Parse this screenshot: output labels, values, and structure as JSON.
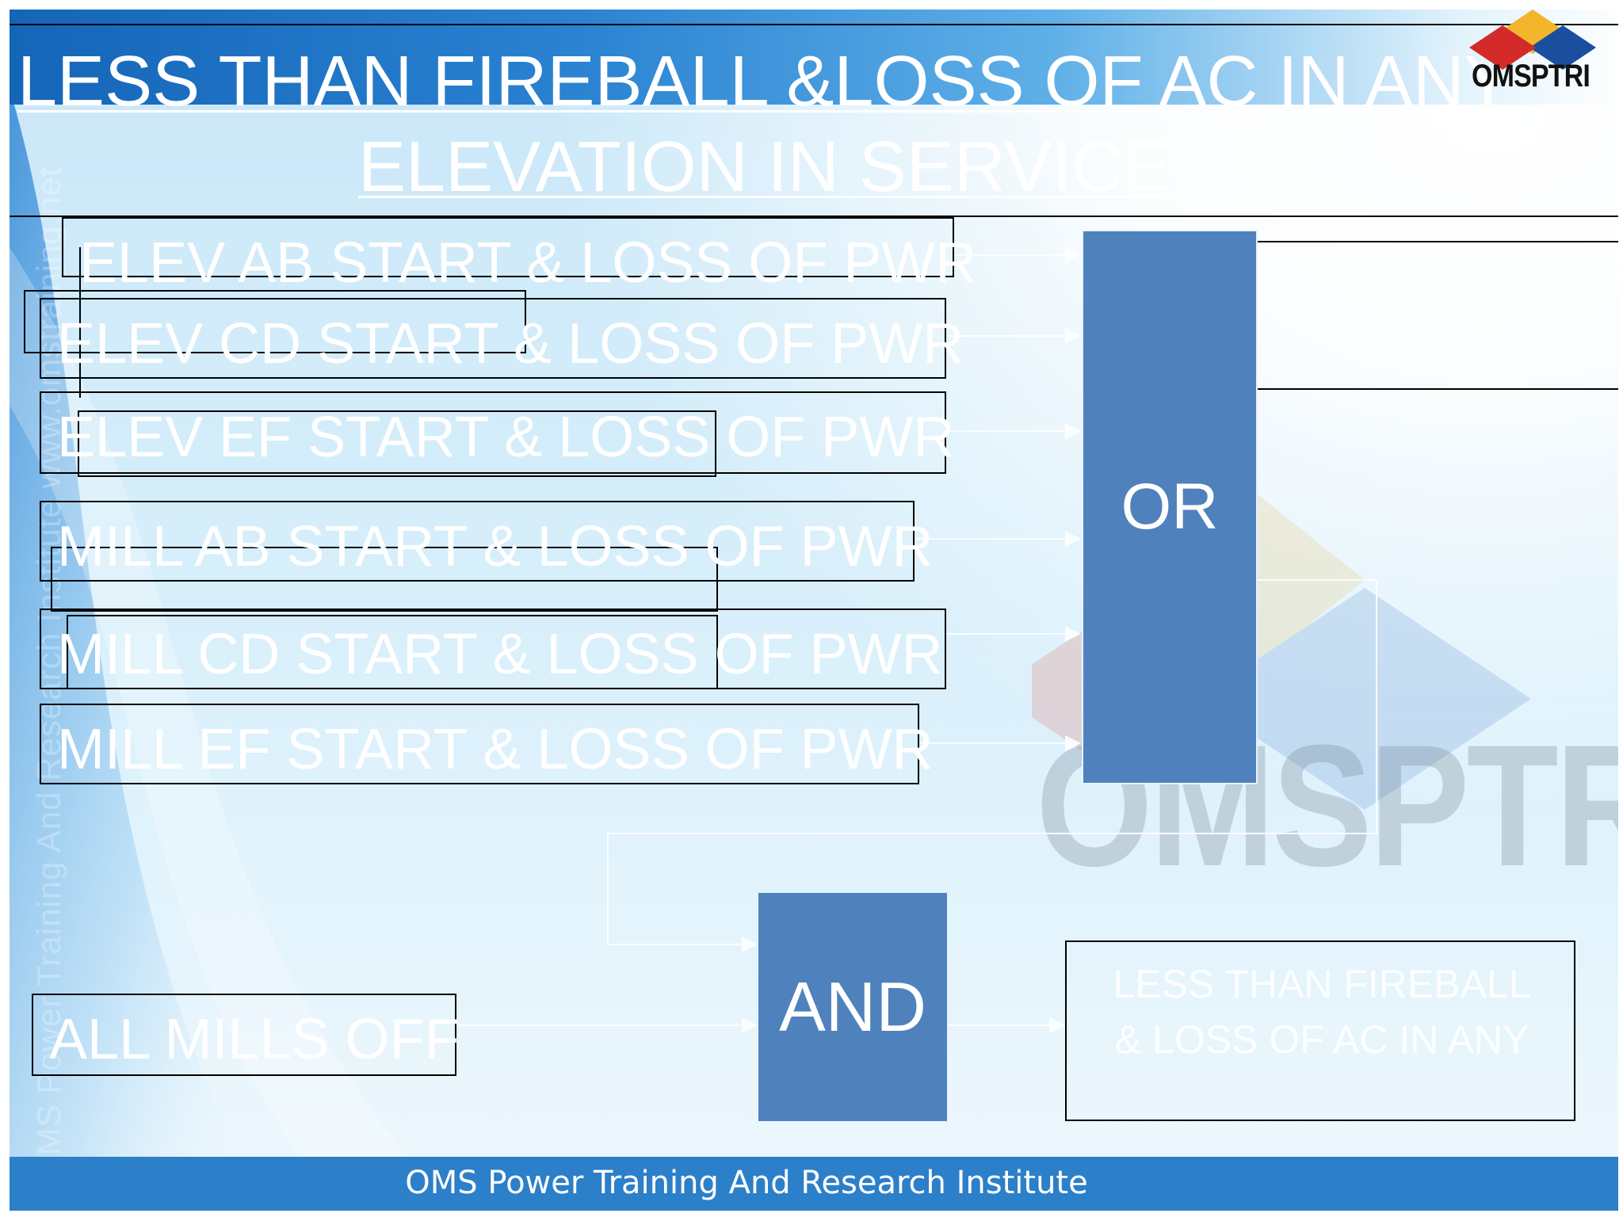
{
  "title": {
    "line1": "LESS THAN FIREBALL &LOSS OF AC  IN ANY",
    "line2": "ELEVATION IN SERVICE"
  },
  "brand": {
    "logo_text": "OMSPTRI"
  },
  "watermark": {
    "side_text": "OMS Power Training And Research Institute www.omstraining.net",
    "logo_text": "OMSPTRI"
  },
  "inputs": [
    {
      "label": "ELEV AB START & LOSS OF PWR"
    },
    {
      "label": "ELEV CD START & LOSS OF PWR"
    },
    {
      "label": "ELEV EF START & LOSS OF PWR"
    },
    {
      "label": "MILL AB START & LOSS OF PWR"
    },
    {
      "label": "MILL CD START & LOSS OF PWR"
    },
    {
      "label": "MILL EF START & LOSS OF PWR"
    }
  ],
  "all_mills_off": "ALL MILLS OFF",
  "gates": {
    "or": "OR",
    "and": "AND"
  },
  "result": {
    "line1": "LESS THAN FIREBALL",
    "line2": "& LOSS OF AC IN ANY"
  },
  "footer": "OMS Power Training And Research Institute",
  "colors": {
    "gate_fill": "#4f81bd",
    "footer": "#2c7fc9",
    "top_band": "#1565b8"
  }
}
